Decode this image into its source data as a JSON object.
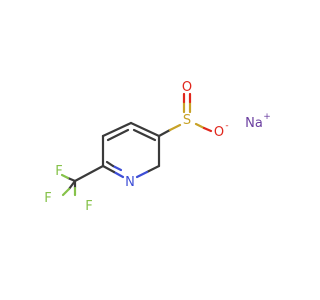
{
  "molecule": {
    "atoms": {
      "n": "N",
      "s": "S",
      "o_double": "O",
      "o_single": "O",
      "o_charge": "-",
      "na": "Na",
      "na_charge": "+",
      "f1": "F",
      "f2": "F",
      "f3": "F"
    },
    "colors": {
      "carbon_bond": "#3a3a3a",
      "nitrogen": "#3d4ed6",
      "sulfur": "#c8a227",
      "oxygen": "#e0261c",
      "fluorine": "#86c24a",
      "sodium": "#6b3fa0"
    }
  }
}
